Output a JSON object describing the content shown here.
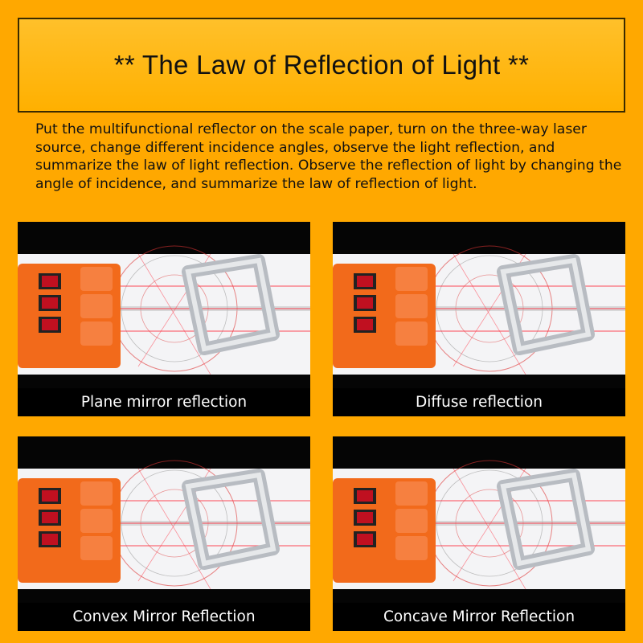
{
  "title": "** The Law of Reflection of Light **",
  "description": "Put the multifunctional reflector on the scale paper, turn on the three-way laser source, change different incidence angles, observe the light reflection, and summarize the law of light reflection. Observe the reflection of light by changing the angle of incidence, and summarize the law of reflection of light.",
  "panels": [
    {
      "caption": "Plane mirror reflection"
    },
    {
      "caption": "Diffuse reflection"
    },
    {
      "caption": "Convex Mirror Reflection"
    },
    {
      "caption": "Concave Mirror Reflection"
    }
  ],
  "colors": {
    "background": "#FFA800",
    "laser_box": "#F26A1B",
    "laser_beam": "#FF2A3A"
  }
}
